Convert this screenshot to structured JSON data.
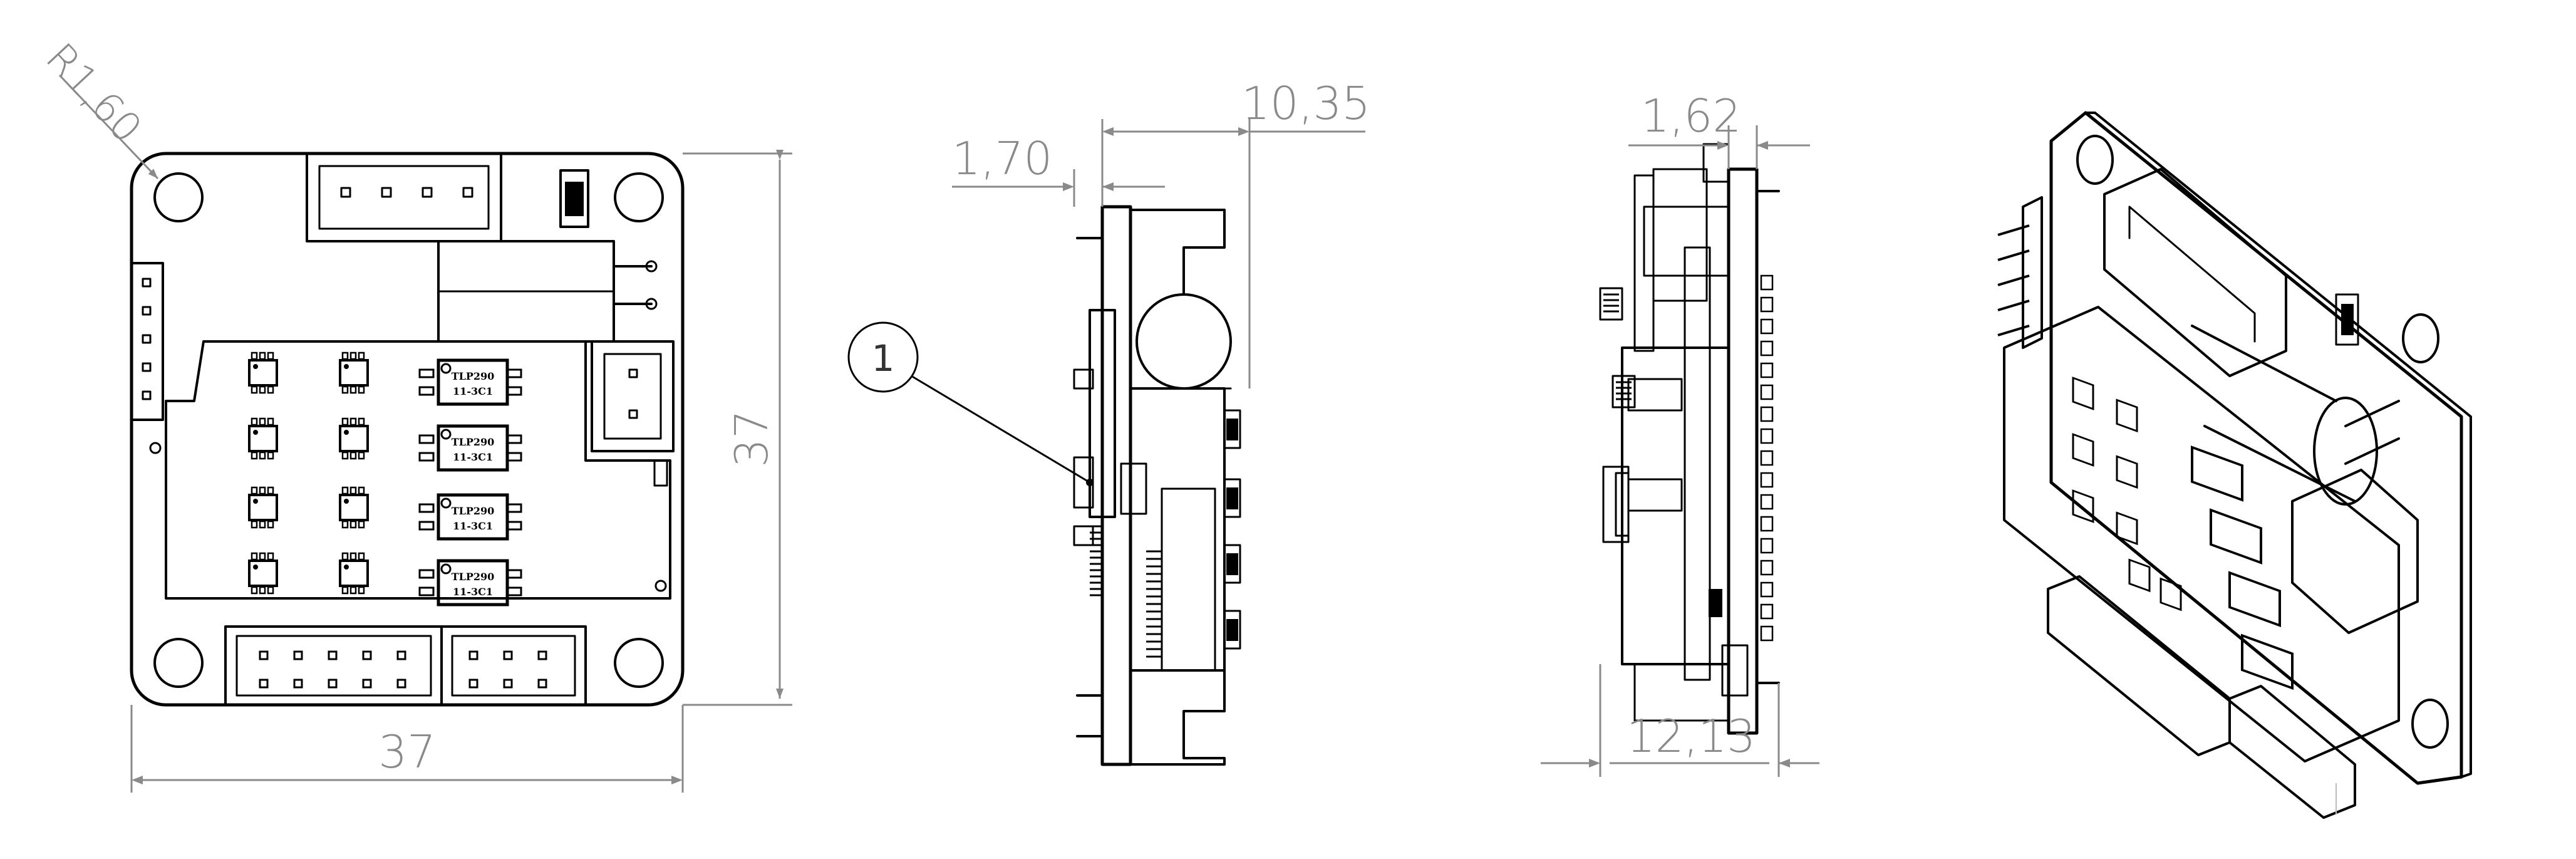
{
  "dimensions": {
    "radius": "R1,60",
    "board_height": "37",
    "board_width": "37",
    "side_offset": "1,70",
    "side_depth": "10,35",
    "rear_offset": "1,62",
    "rear_depth": "12,13"
  },
  "balloon": {
    "number": "1"
  },
  "chips": [
    {
      "line1": "TLP290",
      "line2": "11-3C1"
    },
    {
      "line1": "TLP290",
      "line2": "11-3C1"
    },
    {
      "line1": "TLP290",
      "line2": "11-3C1"
    },
    {
      "line1": "TLP290",
      "line2": "11-3C1"
    }
  ],
  "colors": {
    "line": "#000000",
    "dimension": "#8a8a8a",
    "background": "#ffffff"
  }
}
